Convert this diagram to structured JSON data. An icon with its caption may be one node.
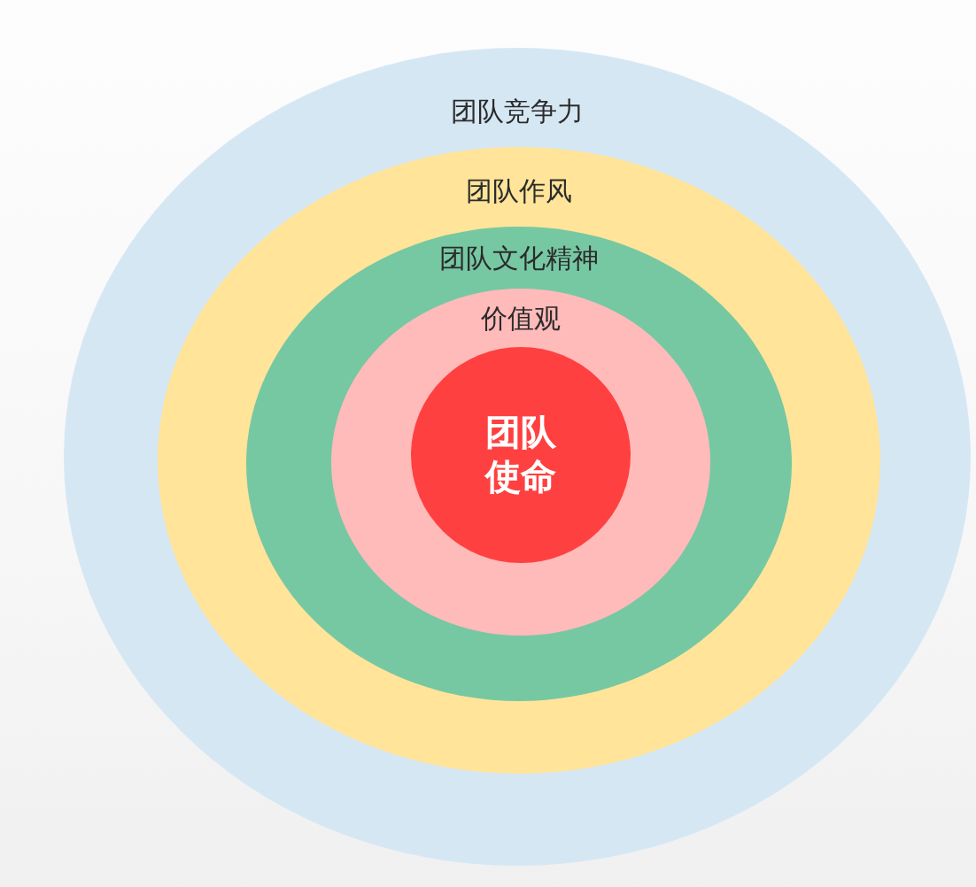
{
  "diagram": {
    "nodes": [
      {
        "text": [
          "团队竞争力"
        ]
      },
      {
        "text": [
          "团队作风"
        ],
        "in": 0
      },
      {
        "text": [
          "团队文化精神"
        ],
        "in": 1
      },
      {
        "text": [
          "价值观"
        ],
        "in": 2
      },
      {
        "text": [
          "团队使命"
        ],
        "in": 3
      }
    ]
  }
}
